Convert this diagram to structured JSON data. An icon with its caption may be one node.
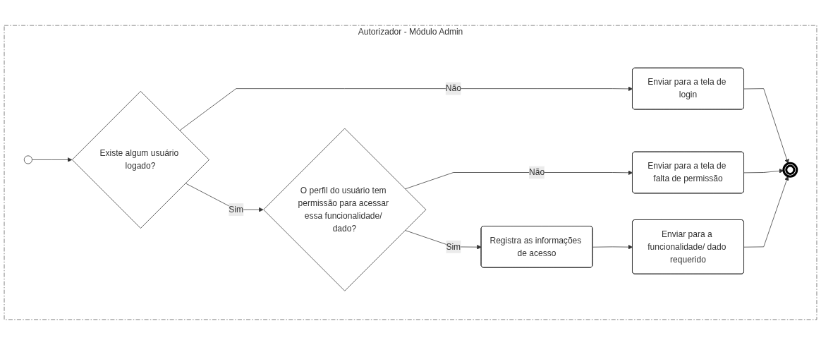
{
  "diagram": {
    "nodes": [
      {
        "text": [
          "Autorizador - Módulo Admin"
        ]
      },
      {
        "text": [],
        "shape": "circle",
        "in": 0
      },
      {
        "text": [
          "Existe algum usuário logado?"
        ],
        "in": 0
      },
      {
        "text": [
          "Enviar para a tela de login"
        ],
        "in": 0
      },
      {
        "text": [
          "O perfil do usuário tem permissão para acessar essa funcionalidade/ dado?"
        ],
        "in": 0
      },
      {
        "text": [
          "Enviar para a tela de falta de permissão"
        ],
        "in": 0
      },
      {
        "text": [
          "Registra as informações de acesso"
        ],
        "in": 0
      },
      {
        "text": [
          "Enviar para a funcionalidade/ dado requerido"
        ],
        "in": 0
      },
      {
        "text": [],
        "shape": "circle",
        "in": 0
      }
    ],
    "edges": [
      {
        "from": 1,
        "to": 2,
        "arrow": "to"
      },
      {
        "from": 2,
        "to": 3,
        "label": "Não",
        "arrow": "to"
      },
      {
        "from": 2,
        "to": 4,
        "label": "Sim",
        "arrow": "to"
      },
      {
        "from": 4,
        "to": 5,
        "label": "Não",
        "arrow": "to"
      },
      {
        "from": 4,
        "to": 6,
        "label": "Sim",
        "arrow": "to"
      },
      {
        "from": 6,
        "to": 7,
        "arrow": "to"
      },
      {
        "from": 3,
        "to": 8,
        "arrow": "to"
      },
      {
        "from": 5,
        "to": 8,
        "arrow": "to"
      },
      {
        "from": 7,
        "to": 8,
        "arrow": "to"
      }
    ]
  }
}
